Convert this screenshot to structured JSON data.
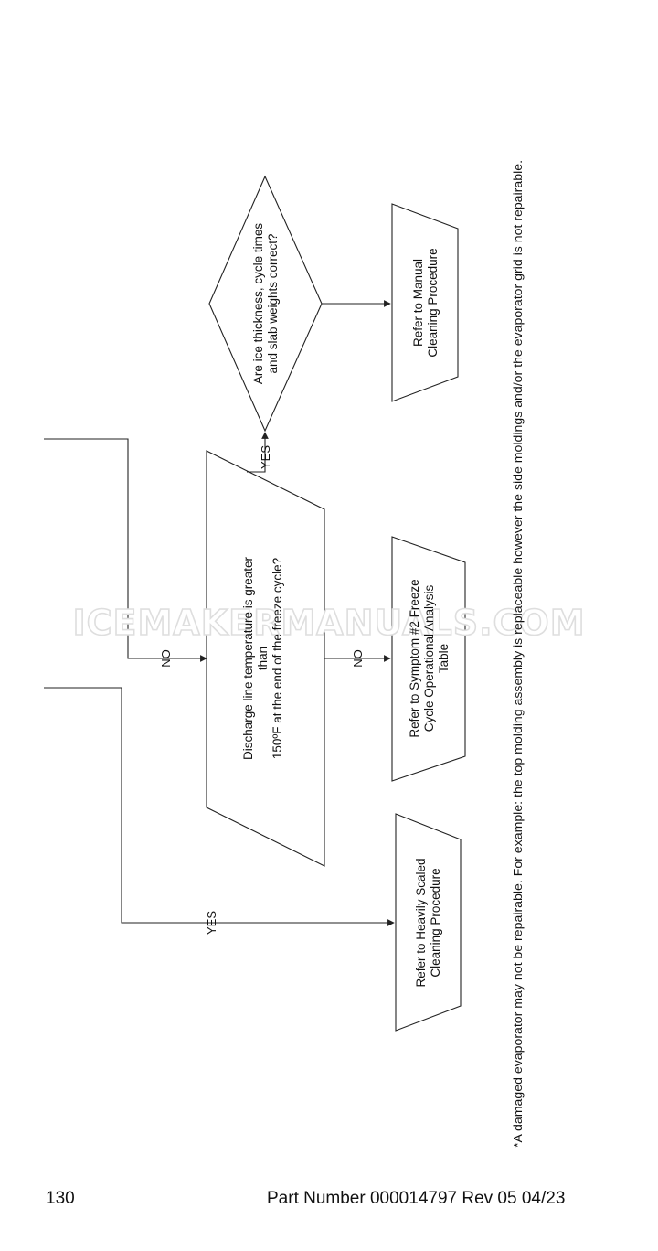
{
  "diagram": {
    "decision_ice": {
      "line1": "Are ice thickness, cycle times",
      "line2": "and slab weights correct?"
    },
    "decision_discharge": {
      "line1": "Discharge line temperature is greater",
      "line2": "than",
      "line3": "150ºF at the end of the freeze cycle?"
    },
    "box_manual": {
      "line1": "Refer to Manual",
      "line2": "Cleaning Procedure"
    },
    "box_symptom": {
      "line1": "Refer to Symptom #2 Freeze",
      "line2": "Cycle Operational Analysis",
      "line3": "Table"
    },
    "box_heavy": {
      "line1": "Refer to Heavily Scaled",
      "line2": "Cleaning Procedure"
    },
    "labels": {
      "yes_top": "YES",
      "no_left": "NO",
      "no_right": "NO",
      "yes_bottom": "YES"
    }
  },
  "watermark": "ICEMAKERMANUALS.COM",
  "footnote": "*A damaged evaporator may not be repairable. For example: the top molding assembly is replaceable however the side moldings and/or the evaporator grid is not repairable.",
  "footer": {
    "page_number": "130",
    "part_number": "Part Number 000014797 Rev 05 04/23"
  }
}
